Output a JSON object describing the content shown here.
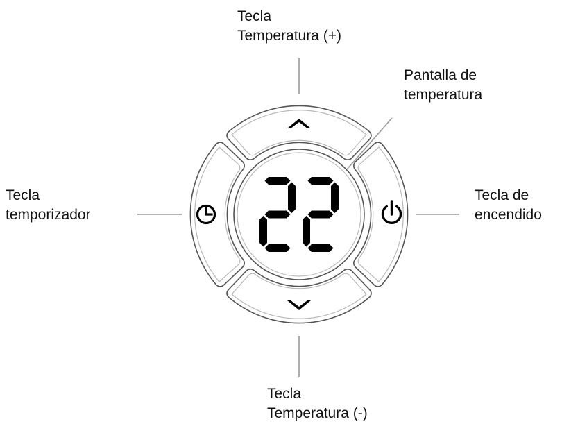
{
  "labels": {
    "temp_up": [
      "Tecla",
      "Temperatura (+)"
    ],
    "screen": [
      "Pantalla de",
      "temperatura"
    ],
    "timer": [
      "Tecla",
      "temporizador"
    ],
    "power": [
      "Tecla de",
      "encendido"
    ],
    "temp_down": [
      "Tecla",
      "Temperatura (-)"
    ]
  },
  "display": {
    "value": "22"
  },
  "icons": {
    "up": "chevron-up-icon",
    "down": "chevron-down-icon",
    "timer": "clock-icon",
    "power": "power-icon"
  }
}
